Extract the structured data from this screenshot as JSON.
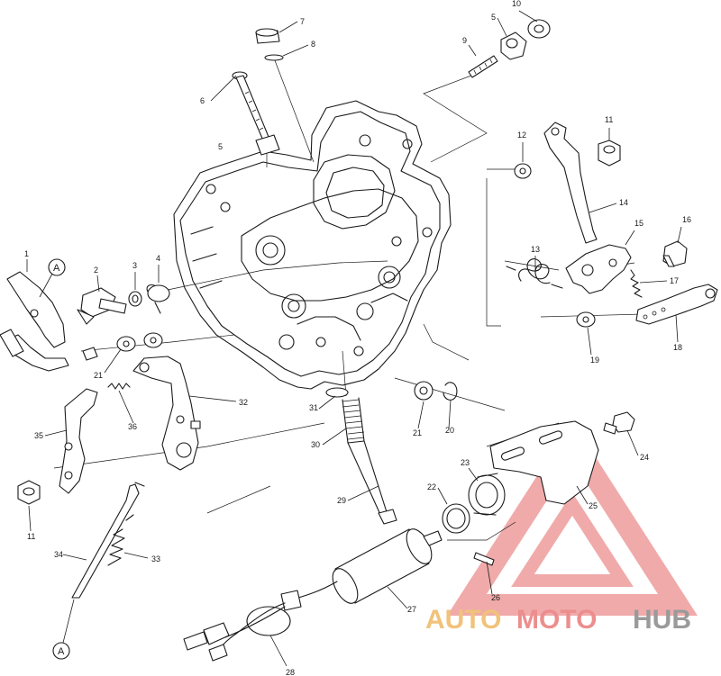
{
  "diagram": {
    "callouts": [
      {
        "id": "c7",
        "text": "7"
      },
      {
        "id": "c8",
        "text": "8"
      },
      {
        "id": "c10",
        "text": "10"
      },
      {
        "id": "c5a",
        "text": "5"
      },
      {
        "id": "c9",
        "text": "9"
      },
      {
        "id": "c6",
        "text": "6"
      },
      {
        "id": "c5b",
        "text": "5"
      },
      {
        "id": "c12",
        "text": "12"
      },
      {
        "id": "c11a",
        "text": "11"
      },
      {
        "id": "c14",
        "text": "14"
      },
      {
        "id": "c15",
        "text": "15"
      },
      {
        "id": "c16",
        "text": "16"
      },
      {
        "id": "c13",
        "text": "13"
      },
      {
        "id": "c17",
        "text": "17"
      },
      {
        "id": "c18",
        "text": "18"
      },
      {
        "id": "c19",
        "text": "19"
      },
      {
        "id": "c1",
        "text": "1"
      },
      {
        "id": "c2",
        "text": "2"
      },
      {
        "id": "c3",
        "text": "3"
      },
      {
        "id": "c4",
        "text": "4"
      },
      {
        "id": "c21a",
        "text": "21"
      },
      {
        "id": "c32",
        "text": "32"
      },
      {
        "id": "c36",
        "text": "36"
      },
      {
        "id": "c35",
        "text": "35"
      },
      {
        "id": "c31",
        "text": "31"
      },
      {
        "id": "c30",
        "text": "30"
      },
      {
        "id": "c21b",
        "text": "21"
      },
      {
        "id": "c20",
        "text": "20"
      },
      {
        "id": "c24",
        "text": "24"
      },
      {
        "id": "c23",
        "text": "23"
      },
      {
        "id": "c22",
        "text": "22"
      },
      {
        "id": "c25",
        "text": "25"
      },
      {
        "id": "c29",
        "text": "29"
      },
      {
        "id": "c11b",
        "text": "11"
      },
      {
        "id": "c34",
        "text": "34"
      },
      {
        "id": "c33",
        "text": "33"
      },
      {
        "id": "c26",
        "text": "26"
      },
      {
        "id": "c27",
        "text": "27"
      },
      {
        "id": "c28",
        "text": "28"
      }
    ],
    "reference_marks": [
      {
        "id": "refA1",
        "text": "A"
      },
      {
        "id": "refA2",
        "text": "A"
      }
    ]
  },
  "watermark": {
    "part1": "AUTO",
    "part2": "MOTO",
    "part3": "HUB",
    "colors": {
      "auto": "#f1c27a",
      "moto": "#ec8e8e",
      "hub": "#9a9a9a",
      "triangle": "#ec8e8e"
    }
  }
}
